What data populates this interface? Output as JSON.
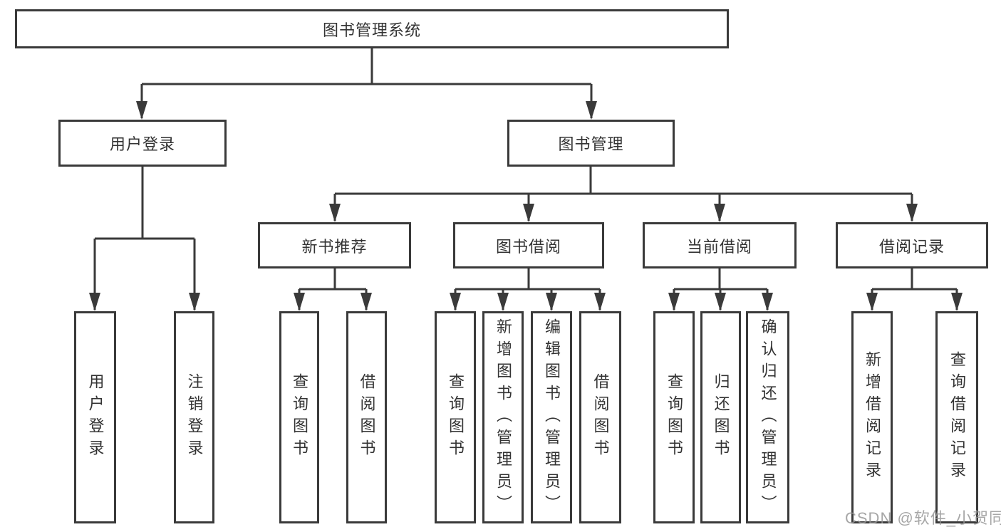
{
  "diagram": {
    "root": {
      "label": "图书管理系统"
    },
    "branches": [
      {
        "label": "用户登录",
        "children": [
          {
            "label": "用户登录"
          },
          {
            "label": "注销登录"
          }
        ]
      },
      {
        "label": "图书管理",
        "sections": [
          {
            "label": "新书推荐",
            "children": [
              {
                "label": "查询图书"
              },
              {
                "label": "借阅图书"
              }
            ]
          },
          {
            "label": "图书借阅",
            "children": [
              {
                "label": "查询图书"
              },
              {
                "label": "新增图书（管理员）"
              },
              {
                "label": "编辑图书（管理员）"
              },
              {
                "label": "借阅图书"
              }
            ]
          },
          {
            "label": "当前借阅",
            "children": [
              {
                "label": "查询图书"
              },
              {
                "label": "归还图书"
              },
              {
                "label": "确认归还（管理员）"
              }
            ]
          },
          {
            "label": "借阅记录",
            "children": [
              {
                "label": "新增借阅记录"
              },
              {
                "label": "查询借阅记录"
              }
            ]
          }
        ]
      }
    ]
  },
  "watermark": {
    "text": "CSDN @软件_小贺同学"
  }
}
